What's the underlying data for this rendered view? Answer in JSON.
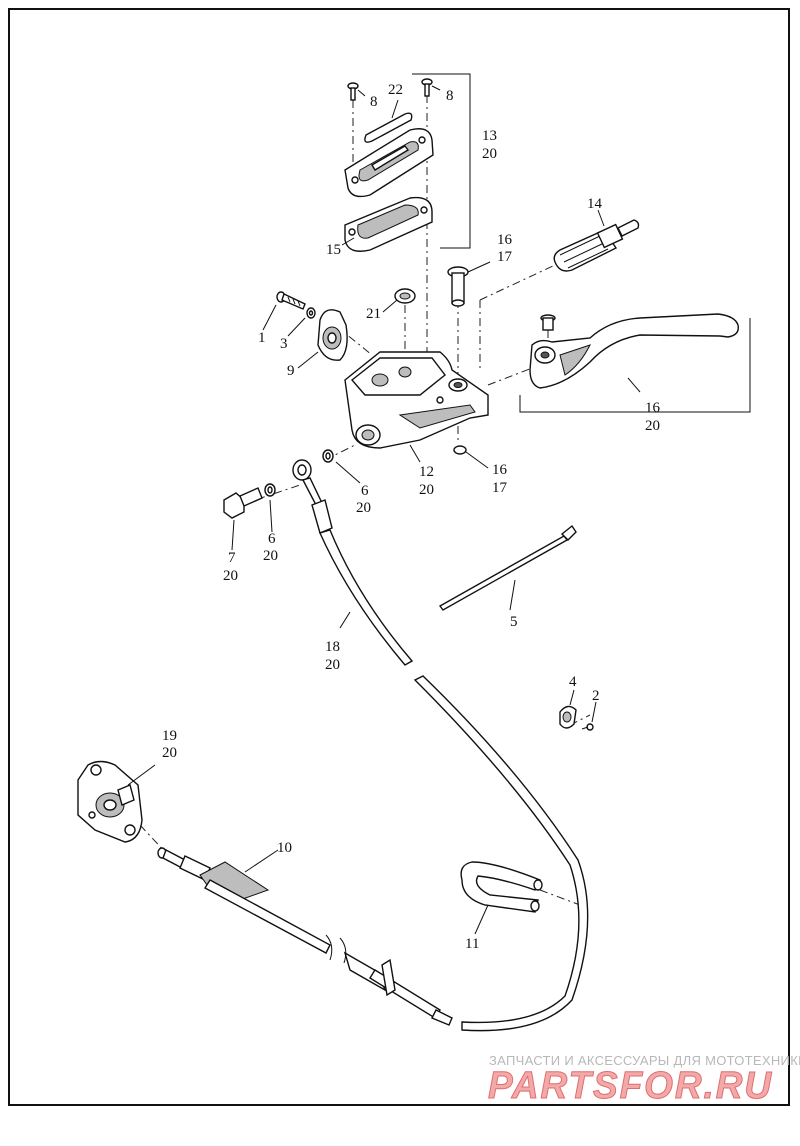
{
  "labels": {
    "p1": "1",
    "p2": "2",
    "p3": "3",
    "p4": "4",
    "p5": "5",
    "p6a": "6",
    "p6a_sub": "20",
    "p6b": "6",
    "p6b_sub": "20",
    "p7": "7",
    "p7_sub": "20",
    "p8a": "8",
    "p8b": "8",
    "p9": "9",
    "p10": "10",
    "p11": "11",
    "p12": "12",
    "p12_sub": "20",
    "p13": "13",
    "p13_sub": "20",
    "p14": "14",
    "p15": "15",
    "p16a": "16",
    "p16a_sub": "17",
    "p16b": "16",
    "p16b_sub": "20",
    "p16c": "16",
    "p16c_sub": "17",
    "p18": "18",
    "p18_sub": "20",
    "p19": "19",
    "p19_sub": "20",
    "p21": "21",
    "p22": "22"
  },
  "watermark": {
    "tagline": "ЗАПЧАСТИ И АКСЕССУАРЫ ДЛЯ МОТОТЕХНИКИ",
    "brand": "PARTSFOR.RU"
  },
  "colors": {
    "line": "#111111",
    "watermark_red": "#e06d6d",
    "watermark_gray": "#b8b8b8"
  }
}
